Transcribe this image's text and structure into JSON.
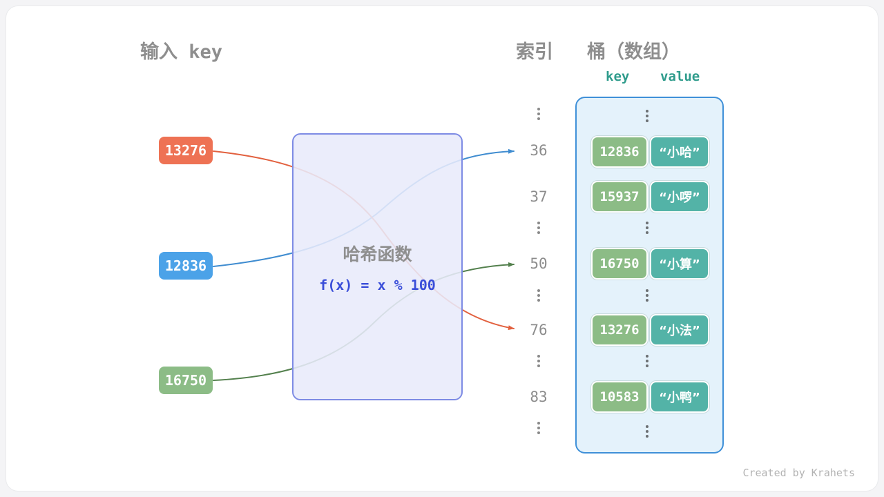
{
  "headers": {
    "input_key": "输入 key",
    "index": "索引",
    "bucket": "桶（数组）",
    "bucket_key": "key",
    "bucket_value": "value"
  },
  "hash_function": {
    "title": "哈希函数",
    "formula": "f(x) = x % 100"
  },
  "inputs": [
    {
      "label": "13276",
      "color": "#ee7254"
    },
    {
      "label": "12836",
      "color": "#4ba2e8"
    },
    {
      "label": "16750",
      "color": "#8cbc86"
    }
  ],
  "indices": [
    "36",
    "37",
    "50",
    "76",
    "83"
  ],
  "bucket_entries": [
    {
      "key": "12836",
      "value": "“小哈”"
    },
    {
      "key": "15937",
      "value": "“小啰”"
    },
    {
      "key": "16750",
      "value": "“小算”"
    },
    {
      "key": "13276",
      "value": "“小法”"
    },
    {
      "key": "10583",
      "value": "“小鸭”"
    }
  ],
  "mappings": [
    {
      "from": "12836",
      "to": "36",
      "color": "#3f8cd0"
    },
    {
      "from": "13276",
      "to": "76",
      "color": "#e2603e"
    },
    {
      "from": "16750",
      "to": "50",
      "color": "#53804d"
    }
  ],
  "colors": {
    "hash_box_fill": "#e8eafa",
    "hash_box_border": "#7d8be4",
    "bucket_fill": "#e4f2fb",
    "bucket_border": "#3f90d8",
    "bucket_key_fill": "#8cbc86",
    "bucket_value_fill": "#53b3a7",
    "kv_header_text": "#2f9c8c",
    "formula_text": "#3a4ed9",
    "header_text": "#8e8e8e"
  },
  "watermark": "Created by Krahets"
}
